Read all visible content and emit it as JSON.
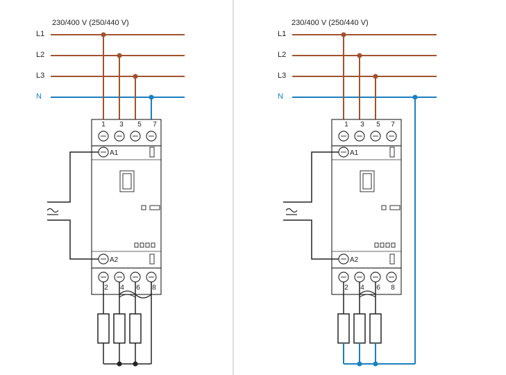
{
  "voltage_label": "230/400 V (250/440 V)",
  "lines": {
    "l1": "L1",
    "l2": "L2",
    "l3": "L3",
    "n": "N"
  },
  "coil": {
    "a1": "A1",
    "a2": "A2",
    "ac_symbol": "~"
  },
  "terminals_top": [
    "1",
    "3",
    "5",
    "7"
  ],
  "terminals_bottom": [
    "2",
    "4",
    "6",
    "8"
  ],
  "colors": {
    "phase_wire": "#a0522d",
    "neutral_wire": "#1a7fbf",
    "control_wire": "#222222",
    "device_outline": "#333333",
    "divider": "#bbbbbb"
  }
}
